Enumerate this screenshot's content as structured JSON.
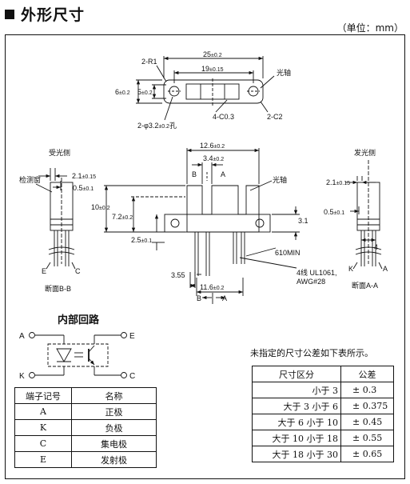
{
  "heading": "外形尺寸",
  "unit_note": "（单位：mm）",
  "top_view": {
    "dim_25": "25",
    "tol_25": "±0.2",
    "dim_19": "19",
    "tol_19": "±0.15",
    "r1": "2-R1",
    "dim_6": "6",
    "tol_6": "±0.2",
    "dim_5": "5",
    "tol_5": "±0.2",
    "optical_axis": "光轴",
    "chamfer_c03": "4-C0.3",
    "chamfer_c2": "2-C2",
    "hole": "2-φ3.2",
    "hole_tol": "±0.2",
    "hole_suffix": "孔"
  },
  "front_view": {
    "dim_126": "12.6",
    "tol_126": "±0.2",
    "dim_34": "3.4",
    "tol_34": "±0.2",
    "b": "B",
    "a": "A",
    "optical_axis": "光轴",
    "dim_10": "10",
    "tol_10": "±0.2",
    "dim_72": "7.2",
    "tol_72": "±0.2",
    "dim_25": "2.5",
    "tol_25": "±0.1",
    "dim_31": "3.1",
    "min610": "610MIN",
    "wire": "4线 UL1061,",
    "awg": "AWG#28",
    "dim_355": "3.55",
    "dim_116": "11.6",
    "tol_116": "±0.2"
  },
  "left_view": {
    "title": "受光侧",
    "window": "检测窗",
    "dim_21": "2.1",
    "tol_21": "±0.15",
    "dim_05": "0.5",
    "tol_05": "±0.1",
    "e": "E",
    "c": "C",
    "section": "断面B-B"
  },
  "right_view": {
    "title": "发光侧",
    "dim_21": "2.1",
    "tol_21": "±0.15",
    "dim_05": "0.5",
    "tol_05": "±0.1",
    "dim_4": "4",
    "k": "K",
    "a": "A",
    "section": "断面A-A"
  },
  "circuit": {
    "title": "内部回路",
    "a": "A",
    "k": "K",
    "e": "E",
    "c": "C"
  },
  "pin_table": {
    "headers": [
      "端子记号",
      "名称"
    ],
    "rows": [
      [
        "A",
        "正极"
      ],
      [
        "K",
        "负极"
      ],
      [
        "C",
        "集电极"
      ],
      [
        "E",
        "发射极"
      ]
    ]
  },
  "tolerance_note": "未指定的尺寸公差如下表所示。",
  "tolerance_table": {
    "headers": [
      "尺寸区分",
      "公差"
    ],
    "rows": [
      [
        "小于 3",
        "± 0.3"
      ],
      [
        "大于 3 小于 6",
        "± 0.375"
      ],
      [
        "大于 6 小于 10",
        "± 0.45"
      ],
      [
        "大于 10 小于 18",
        "± 0.55"
      ],
      [
        "大于 18 小于 30",
        "± 0.65"
      ]
    ]
  }
}
